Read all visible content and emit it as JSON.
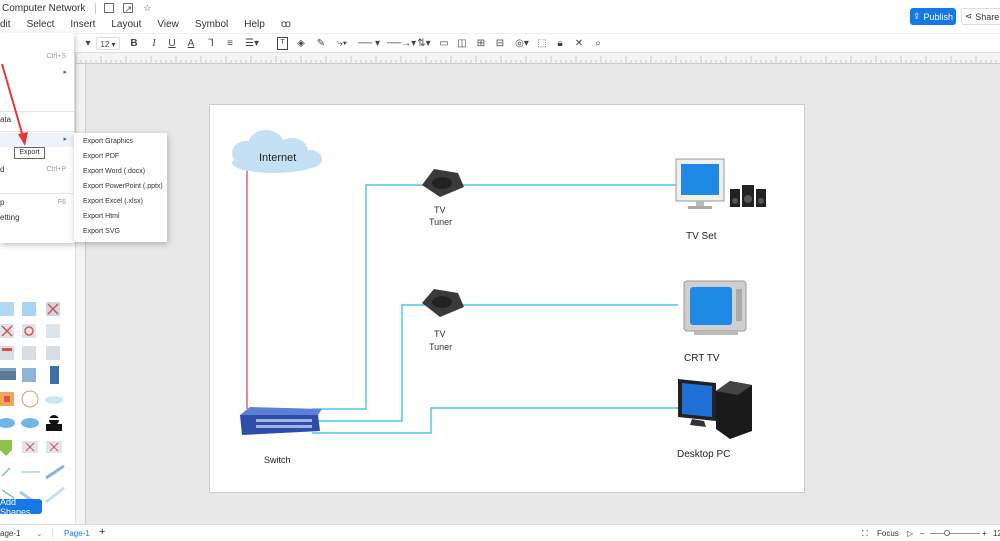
{
  "app": {
    "doc_title": "Computer Network"
  },
  "menubar": {
    "items": [
      "dit",
      "Select",
      "Insert",
      "Layout",
      "View",
      "Symbol",
      "Help"
    ]
  },
  "header": {
    "publish_label": "Publish",
    "share_label": "Share"
  },
  "toolbar": {
    "font_size": "12"
  },
  "ruler": {
    "labels": [
      "",
      "",
      "",
      "",
      "",
      "",
      "",
      "",
      "",
      "",
      "",
      "",
      "",
      "",
      "",
      "",
      "",
      "",
      ""
    ]
  },
  "file_menu": {
    "rows": [
      {
        "label": "",
        "shortcut": "Ctrl+S"
      },
      {
        "label": "",
        "shortcut": ""
      },
      {
        "label": "ata",
        "shortcut": ""
      },
      {
        "label": "",
        "shortcut": ""
      },
      {
        "label": "d",
        "shortcut": "Ctrl+P"
      },
      {
        "label": "p",
        "shortcut": "F6"
      },
      {
        "label": "etting",
        "shortcut": ""
      }
    ],
    "export_tooltip": "Export"
  },
  "export_submenu": {
    "items": [
      "Export Graphics",
      "Export PDF",
      "Export Word (.docx)",
      "Export PowerPoint (.pptx)",
      "Export Excel (.xlsx)",
      "Export Html",
      "Export SVG"
    ]
  },
  "left_panel": {
    "add_shapes_label": "Add Shapes"
  },
  "diagram": {
    "internet_label": "Internet",
    "tuner1_line1": "TV",
    "tuner1_line2": "Tuner",
    "tuner2_line1": "TV",
    "tuner2_line2": "Tuner",
    "tvset_label": "TV Set",
    "crt_label": "CRT TV",
    "desktop_label": "Desktop PC",
    "switch_label": "Switch",
    "colors": {
      "red_link": "#e53935",
      "blue_link": "#29b6e8"
    }
  },
  "bottombar": {
    "page_selector": "age-1",
    "active_page": "Page-1",
    "add_page": "+",
    "focus_label": "Focus",
    "zoom": "12"
  }
}
